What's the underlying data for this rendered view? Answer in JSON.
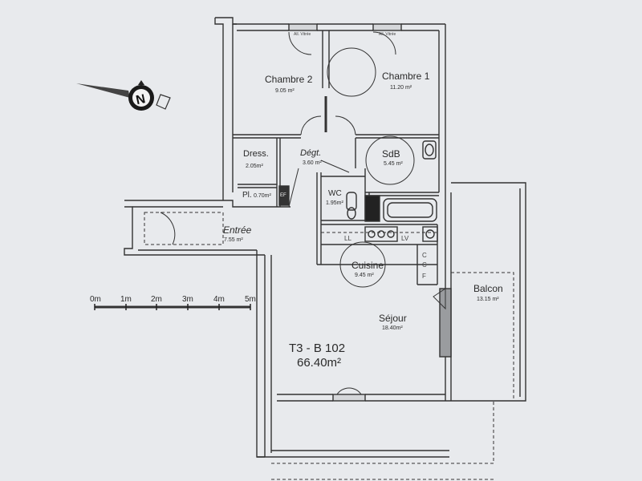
{
  "plan": {
    "unit": "T3 - B 102",
    "total_area": "66.40m²"
  },
  "rooms": [
    {
      "name": "Chambre 2",
      "area": "9.05 m²"
    },
    {
      "name": "Chambre 1",
      "area": "11.20 m²"
    },
    {
      "name": "Dress.",
      "area": "2.05m²"
    },
    {
      "name": "Dégt.",
      "area": "3.60 m²"
    },
    {
      "name": "SdB",
      "area": "5.45 m²"
    },
    {
      "name": "Pl.",
      "area": "0.70m²"
    },
    {
      "name": "WC",
      "area": "1.95m²"
    },
    {
      "name": "Entrée",
      "area": "7.55 m²"
    },
    {
      "name": "Cuisine",
      "area": "9.45 m²"
    },
    {
      "name": "Balcon",
      "area": "13.15 m²"
    },
    {
      "name": "Séjour",
      "area": "18.40m²"
    }
  ],
  "window_labels": [
    "All. Vitrée",
    "All. Vitrée"
  ],
  "fixtures": {
    "kitchen_left": "LL",
    "kitchen_right": "LV",
    "col_c1": "C",
    "col_c2": "C",
    "col_f": "F",
    "pl_mark": "EF"
  },
  "scale": {
    "ticks": [
      "0m",
      "1m",
      "2m",
      "3m",
      "4m",
      "5m"
    ]
  },
  "compass": {
    "letter": "N"
  }
}
